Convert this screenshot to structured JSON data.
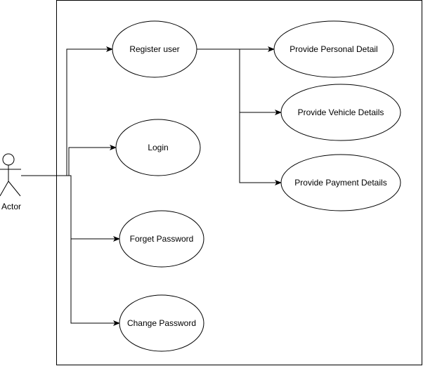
{
  "actor": {
    "label": "Actor"
  },
  "use_cases": {
    "register_user": "Register user",
    "login": "Login",
    "forget_password": "Forget Password",
    "change_password": "Change Password",
    "provide_personal_detail": "Provide Personal Detail",
    "provide_vehicle_details": "Provide Vehicle Details",
    "provide_payment_details": "Provide Payment Details"
  },
  "colors": {
    "stroke": "#000000",
    "fill": "#ffffff"
  }
}
